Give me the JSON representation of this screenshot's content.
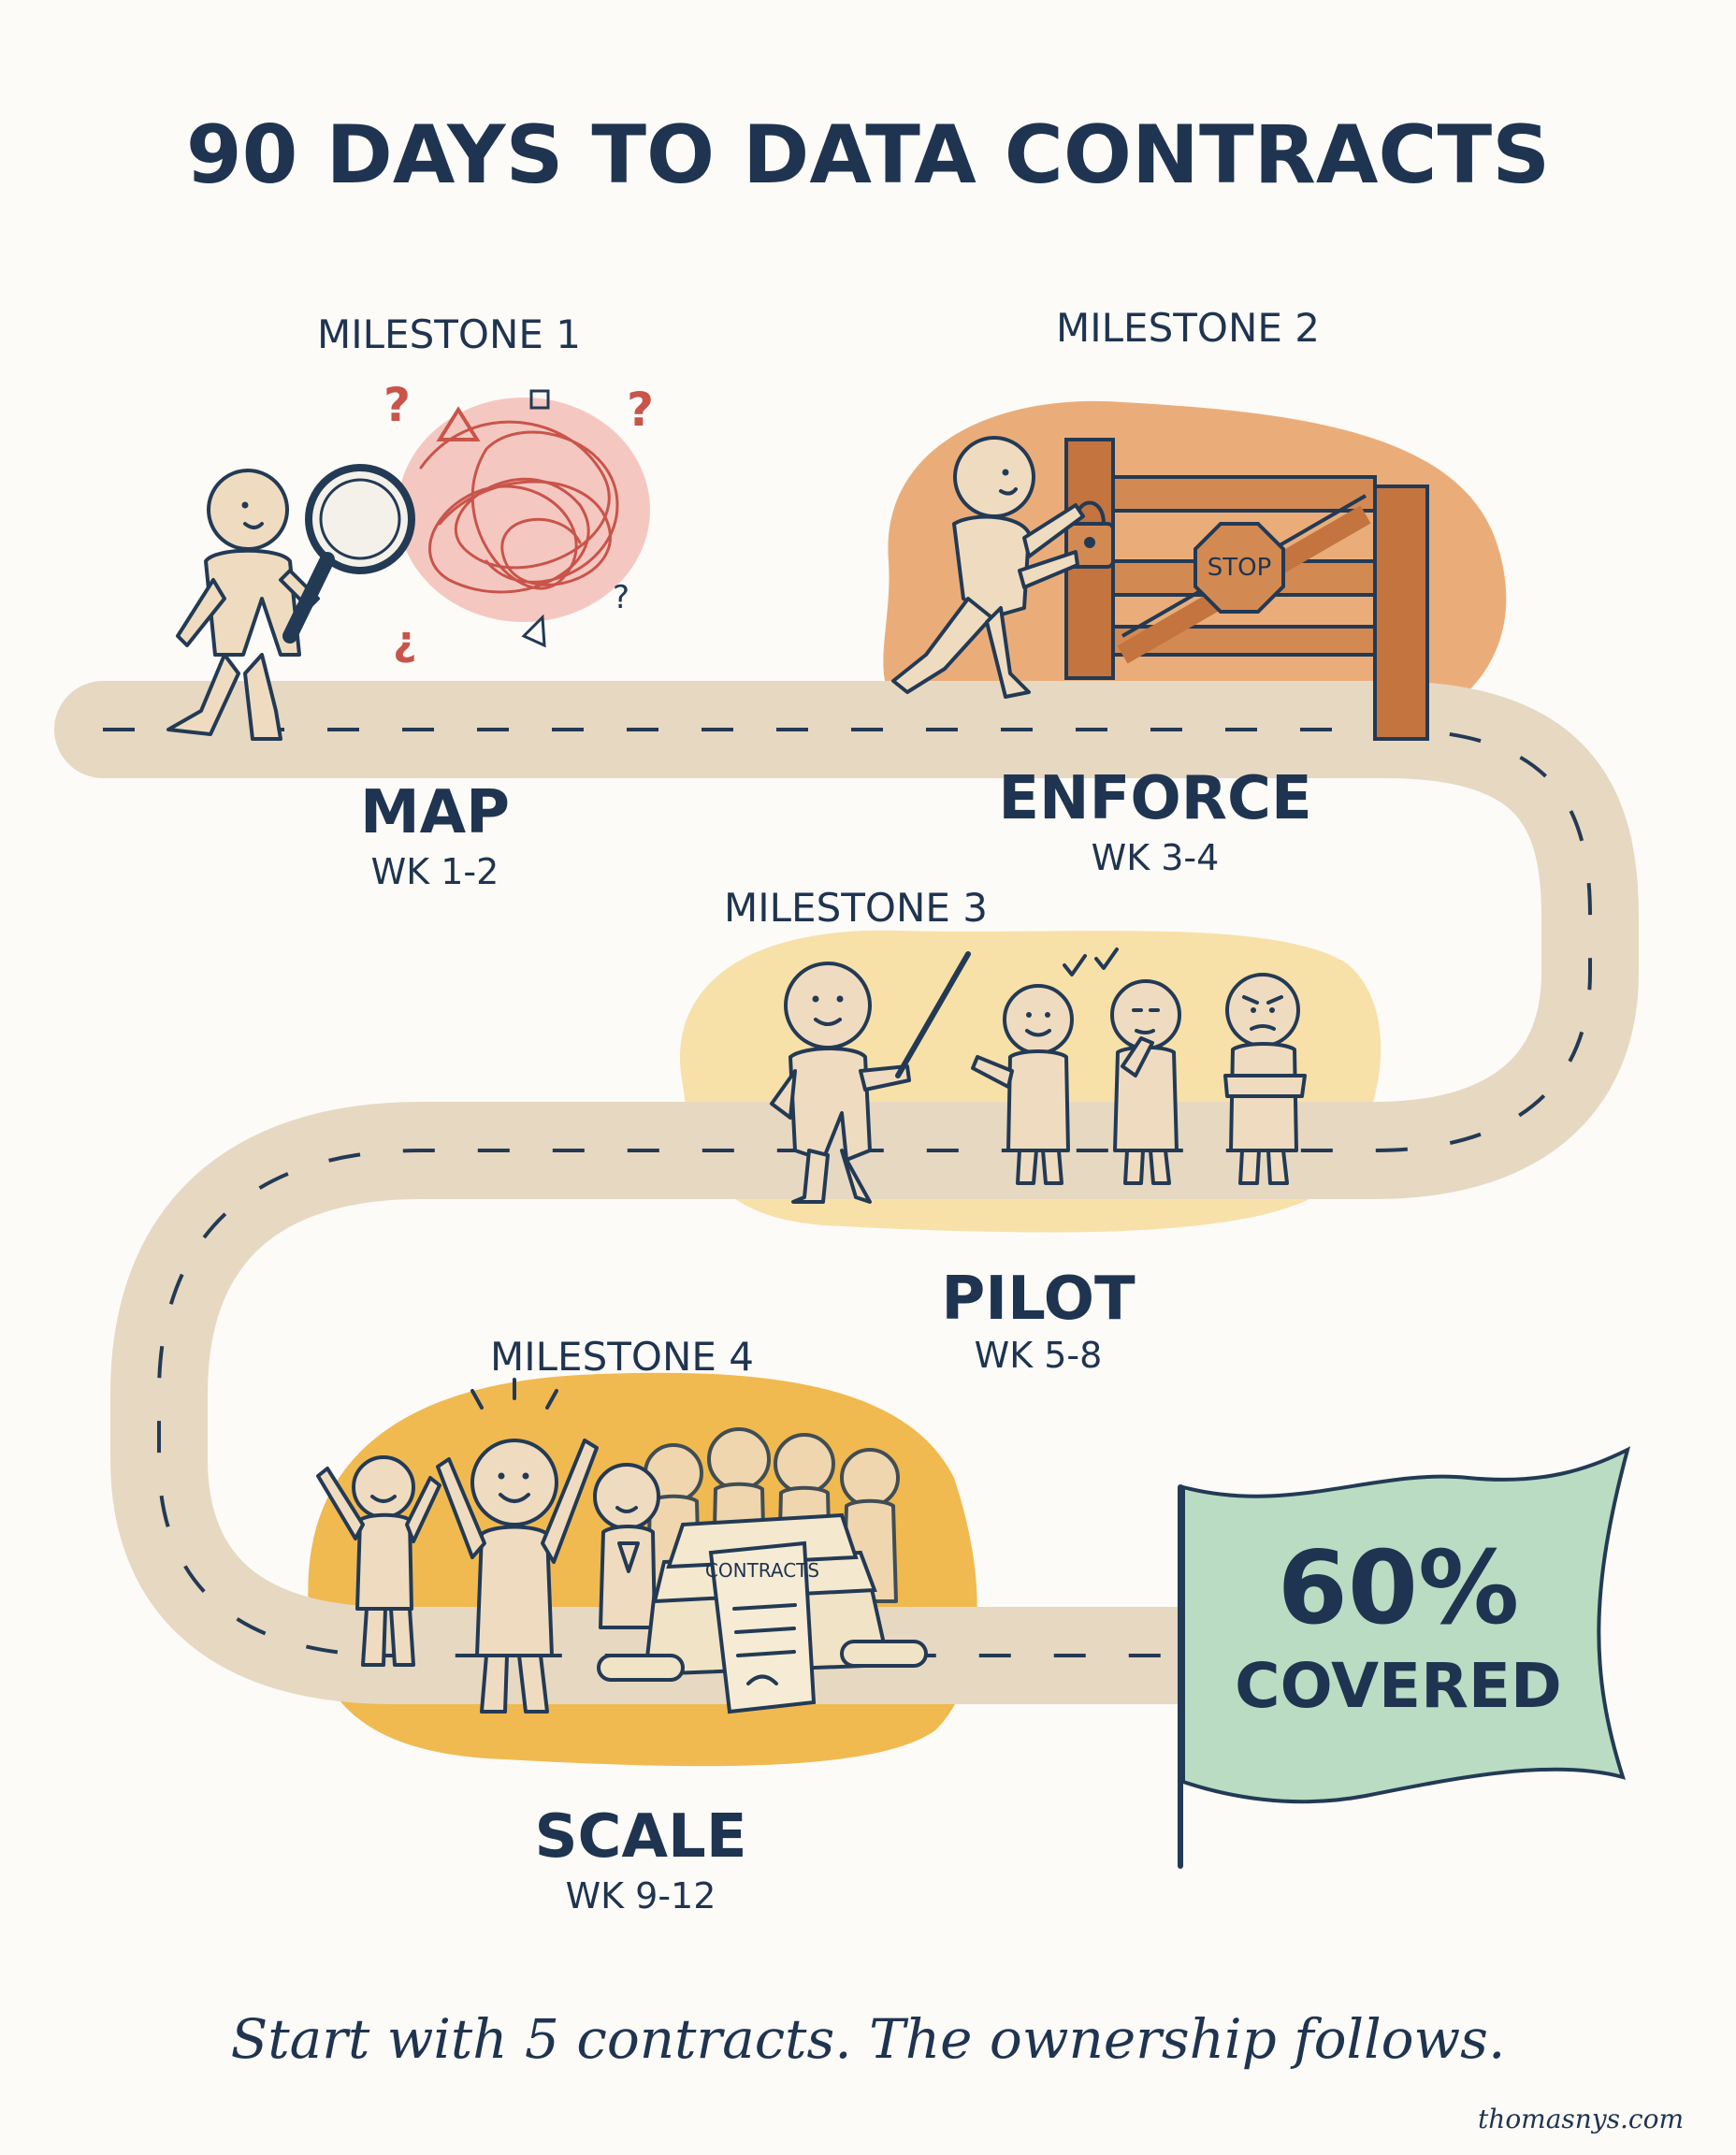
{
  "title": "90 DAYS TO DATA CONTRACTS",
  "milestones": [
    {
      "label": "MILESTONE 1",
      "stage": "MAP",
      "weeks": "WK 1-2"
    },
    {
      "label": "MILESTONE 2",
      "stage": "ENFORCE",
      "weeks": "WK 3-4"
    },
    {
      "label": "MILESTONE 3",
      "stage": "PILOT",
      "weeks": "WK 5-8"
    },
    {
      "label": "MILESTONE 4",
      "stage": "SCALE",
      "weeks": "WK 9-12"
    }
  ],
  "illustrations": {
    "gate_sign": "STOP",
    "stack_label": "CONTRACTS"
  },
  "flag": {
    "value": "60%",
    "label": "COVERED"
  },
  "tagline": "Start with 5 contracts. The ownership follows.",
  "credit": "thomasnys.com",
  "colors": {
    "ink": "#1f3450",
    "road": "#e7d8c2",
    "map_scribble": "#e28a82",
    "enforce_blob": "#e8a46c",
    "pilot_blob": "#f6dea0",
    "scale_blob": "#eeb23e",
    "flag": "#b9dcc3"
  }
}
